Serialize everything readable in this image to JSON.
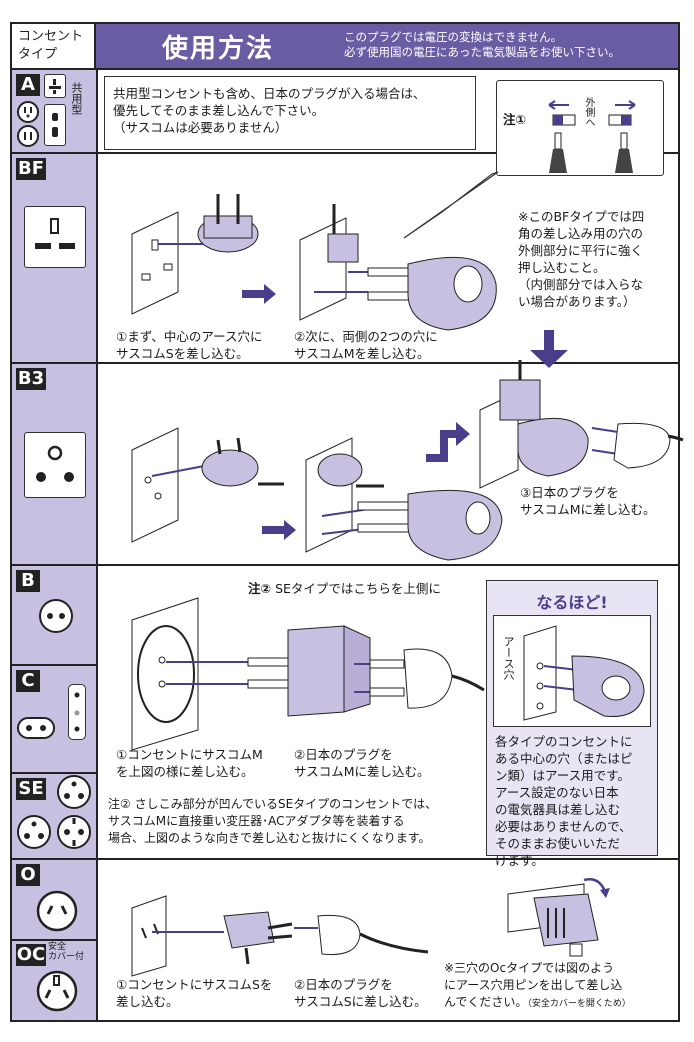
{
  "header": {
    "left_label": [
      "コンセント",
      "タイプ"
    ],
    "title": "使用方法",
    "note": [
      "このプラグでは電圧の変換はできません。",
      "必ず使用国の電圧にあった電気製品をお使い下さい。"
    ]
  },
  "types": {
    "A": "A",
    "A_side": "共用型",
    "BF": "BF",
    "B3": "B3",
    "B": "B",
    "C": "C",
    "SE": "SE",
    "O": "O",
    "OC": "OC",
    "OC_note": [
      "安全",
      "カバー付"
    ]
  },
  "section_a": {
    "text": [
      "共用型コンセントも含め、日本のプラグが入る場合は、",
      "優先してそのまま差し込んで下さい。",
      "（サスコムは必要ありません）"
    ]
  },
  "note1": {
    "label": "注①",
    "side_label": "外側へ",
    "text": [
      "※このBFタイプでは四",
      "角の差し込み用の穴の",
      "外側部分に平行に強く",
      "押し込むこと。",
      "（内側部分では入らな",
      "い場合があります。）"
    ]
  },
  "section_bf": {
    "step1": [
      "①まず、中心のアース穴に",
      "サスコムSを差し込む。"
    ],
    "step2": [
      "②次に、両側の2つの穴に",
      "サスコムMを差し込む。"
    ]
  },
  "section_b3": {
    "step3": [
      "③日本のプラグを",
      "サスコムMに差し込む。"
    ]
  },
  "section_b": {
    "note2_label": "注②",
    "note2_head": "SEタイプではこちらを上側に",
    "step1": [
      "①コンセントにサスコムM",
      "を上図の様に差し込む。"
    ],
    "step2": [
      "②日本のプラグを",
      "サスコムMに差し込む。"
    ],
    "note2_body": [
      "注② さしこみ部分が凹んでいるSEタイプのコンセントでは、",
      "サスコムMに直接重い変圧器･ACアダプタ等を装着する",
      "場合、上図のような向きで差し込むと抜けにくくなります。"
    ]
  },
  "tip": {
    "title": "なるほど!",
    "earth_label": "アース穴",
    "body": [
      "各タイプのコンセントに",
      "ある中心の穴（またはピ",
      "ン類）はアース用です。",
      "アース設定のない日本",
      "の電気器具は差し込む",
      "必要はありませんので、",
      "そのままお使いいただ",
      "けます。"
    ]
  },
  "section_o": {
    "step1": [
      "①コンセントにサスコムSを",
      "差し込む。"
    ],
    "step2": [
      "②日本のプラグを",
      "サスコムSに差し込む。"
    ],
    "note": [
      "※三穴のOcタイプでは図のよう",
      "にアース穴用ピンを出して差し込",
      "んでください。"
    ],
    "note_small": "（安全カバーを開くため）"
  },
  "colors": {
    "accent": "#6a5ca3",
    "left_column": "#c8c0e0",
    "tip_bg": "#e8e4f3",
    "arrow": "#4a3d8a"
  }
}
